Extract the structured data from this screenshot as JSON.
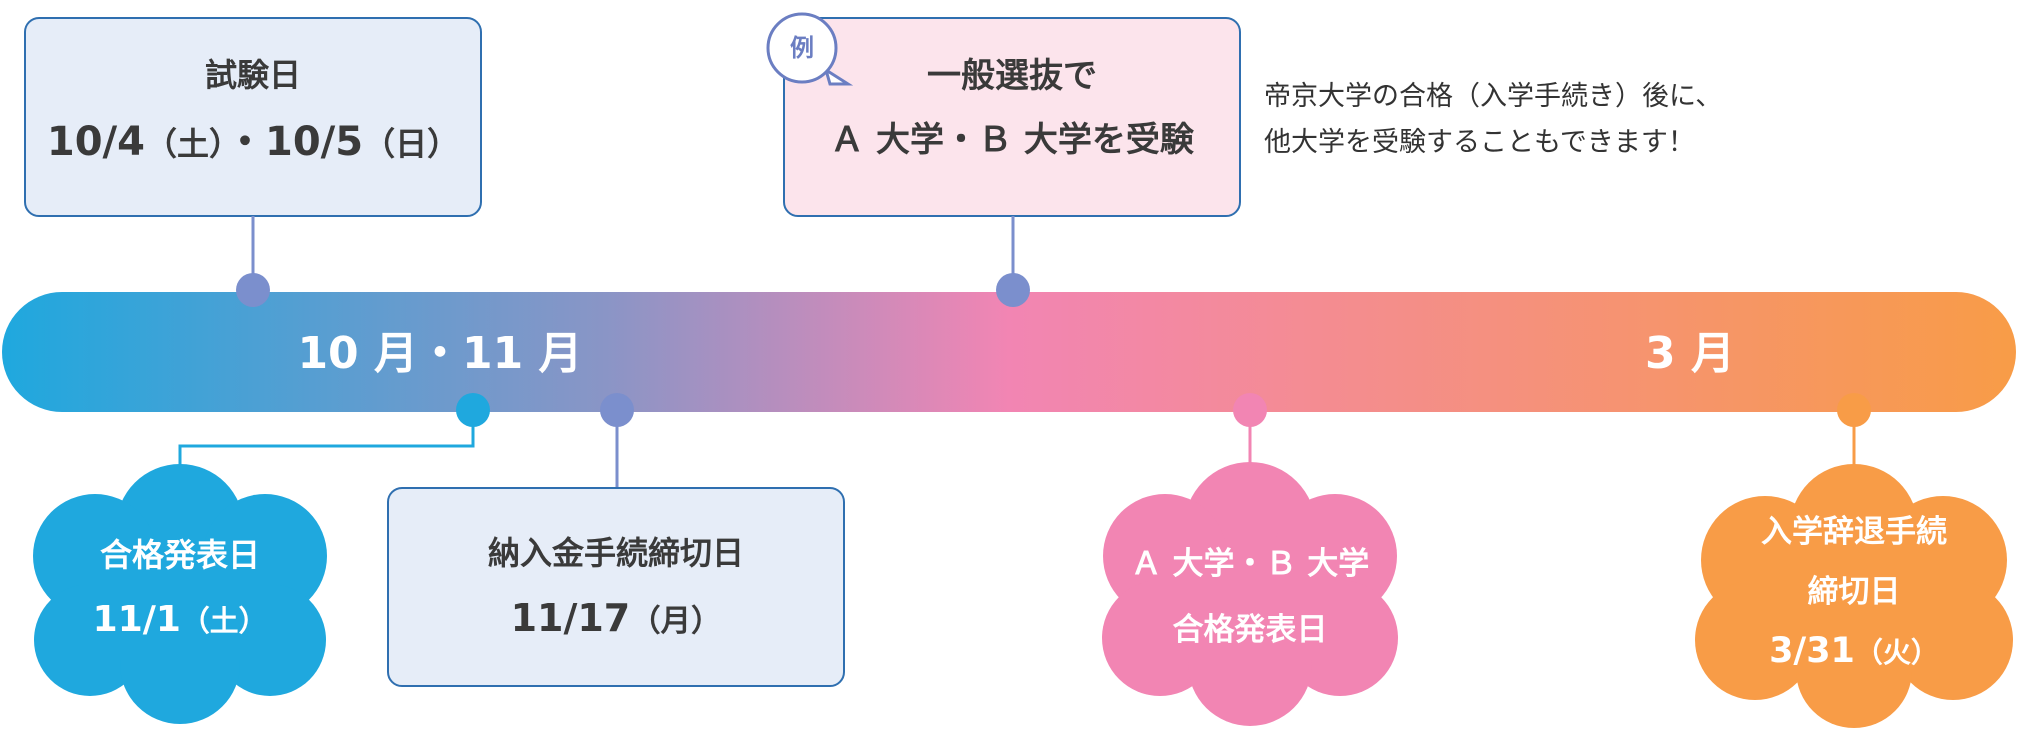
{
  "timeline": {
    "oct_nov_label": "10 月・11 月",
    "march_label": "3 月"
  },
  "events": {
    "exam": {
      "title": "試験日",
      "date": "10/4",
      "day1": "（土）",
      "sep": "・",
      "date2": "10/5",
      "day2": "（日）"
    },
    "example": {
      "badge": "例",
      "line1": "一般選抜で",
      "line2": "Ａ 大学・Ｂ 大学を受験"
    },
    "note": {
      "line1": "帝京大学の合格（入学手続き）後に、",
      "line2": "他大学を受験することもできます！"
    },
    "pass_announce": {
      "title": "合格発表日",
      "date": "11/1",
      "day": "（土）"
    },
    "payment": {
      "title": "納入金手続締切日",
      "date": "11/17",
      "day": "（月）"
    },
    "ab_pass": {
      "line1": "Ａ 大学・Ｂ 大学",
      "line2": "合格発表日"
    },
    "withdraw": {
      "line1": "入学辞退手続",
      "line2": "締切日",
      "date": "3/31",
      "day": "（火）"
    }
  },
  "colors": {
    "gradient_start": "#1fa8de",
    "gradient_mid_blue": "#7e93c9",
    "gradient_pink": "#f285b3",
    "gradient_end": "#f89c47",
    "box_blue_fill": "#e6edf8",
    "box_blue_border": "#2f6fb0",
    "box_pink_fill": "#fce4ec",
    "dot_blue": "#7b8fcd",
    "dot_cyan": "#1fa8de",
    "dot_pink": "#f285b3",
    "dot_orange": "#f89c47",
    "cloud_cyan": "#1fa8de",
    "cloud_pink": "#f285b3",
    "cloud_orange": "#f89c47"
  }
}
